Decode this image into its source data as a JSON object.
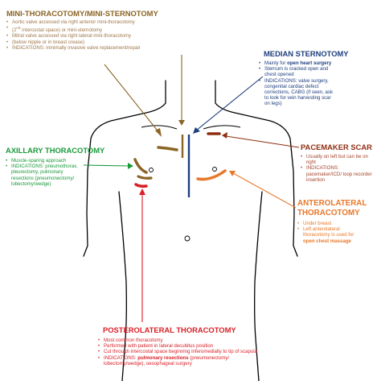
{
  "colors": {
    "mini": "#8a6424",
    "median": "#1d3e7e",
    "pacemaker": "#8f2f12",
    "axillary": "#1a9a3a",
    "anterolateral": "#e8782a",
    "posterolateral": "#d81f27"
  },
  "mini": {
    "title": "MINI-THORACOTOMY/MINI-STERNOTOMY",
    "items": [
      [
        "Aortic valve accessed via right anterior mini-thoracotomy"
      ],
      [
        "(2",
        "nd",
        " intercostal space) or mini-sternotomy"
      ],
      [
        "Mitral valve accessed via right lateral mini-thoracotomy"
      ],
      [
        "(below nipple or in breast crease)"
      ],
      [
        "INDICATIONS: minimally invasive valve replacement/repair"
      ]
    ]
  },
  "median": {
    "title": "MEDIAN STERNOTOMY",
    "items": [
      [
        "Mainly for ",
        "open heart surgery"
      ],
      [
        "Sternum is cracked open and",
        "chest opened"
      ],
      [
        "INDICATIONS: valve surgery,",
        "congenital cardiac defect",
        "corrections, CABG (if seen, ask",
        "to look for vein harvesting scar",
        "on legs)"
      ]
    ]
  },
  "pacemaker": {
    "title": "PACEMAKER SCAR",
    "items": [
      [
        "Usually on left but can be on",
        "right"
      ],
      [
        "INDICATIONS:",
        "pacemaker/ICD/ loop recorder",
        "insertion"
      ]
    ]
  },
  "axillary": {
    "title": "AXILLARY THORACOTOMY",
    "items": [
      [
        "Muscle-sparing approach"
      ],
      [
        "INDICATIONS: pneumothorax,",
        "pleurectomy, pulmonary",
        "resections (pneumonectomy/",
        "lobectomy/wedge)"
      ]
    ]
  },
  "anterolateral": {
    "title_lines": [
      "ANTEROLATERAL",
      "THORACOTOMY"
    ],
    "items": [
      [
        "Under breast"
      ],
      [
        "Left anterolateral",
        "thoracotomy is used for",
        "open chest massage"
      ]
    ]
  },
  "posterolateral": {
    "title": "POSTEROLATERAL THORACOTOMY",
    "items": [
      [
        "Most common thoracotomy"
      ],
      [
        "Performed with patient in lateral decubitus position"
      ],
      [
        "Cut through intercostal space beginning inferomedially to tip of scapula"
      ],
      [
        "INDICATIONS: ",
        "pulmonary resections",
        " (pneumonectomy/",
        "lobectomy/wedge), oesophageal surgery"
      ]
    ]
  }
}
